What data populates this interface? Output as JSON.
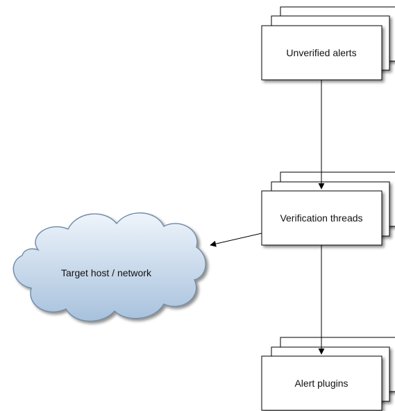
{
  "diagram": {
    "nodes": {
      "unverified_alerts": {
        "label": "Unverified alerts"
      },
      "verification_threads": {
        "label": "Verification threads"
      },
      "alert_plugins": {
        "label": "Alert plugins"
      },
      "target_host": {
        "label": "Target host / network"
      }
    },
    "colors": {
      "box_fill": "#ffffff",
      "box_stroke": "#000000",
      "cloud_fill_top": "#e9f1fa",
      "cloud_fill_bottom": "#a9c3dd",
      "cloud_stroke": "#6f8aa6",
      "edge": "#000000"
    }
  }
}
